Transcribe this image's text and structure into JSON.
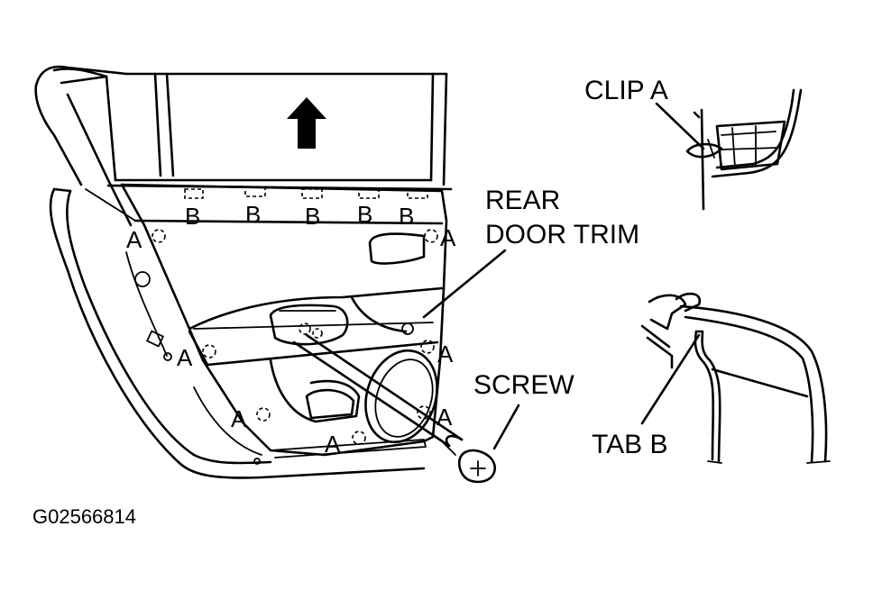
{
  "labels": {
    "clip_a": "CLIP A",
    "rear_door_trim_line1": "REAR",
    "rear_door_trim_line2": "DOOR TRIM",
    "screw": "SCREW",
    "tab_b": "TAB B",
    "figure_code": "G02566814"
  },
  "markers": {
    "a": "A",
    "b": "B"
  }
}
